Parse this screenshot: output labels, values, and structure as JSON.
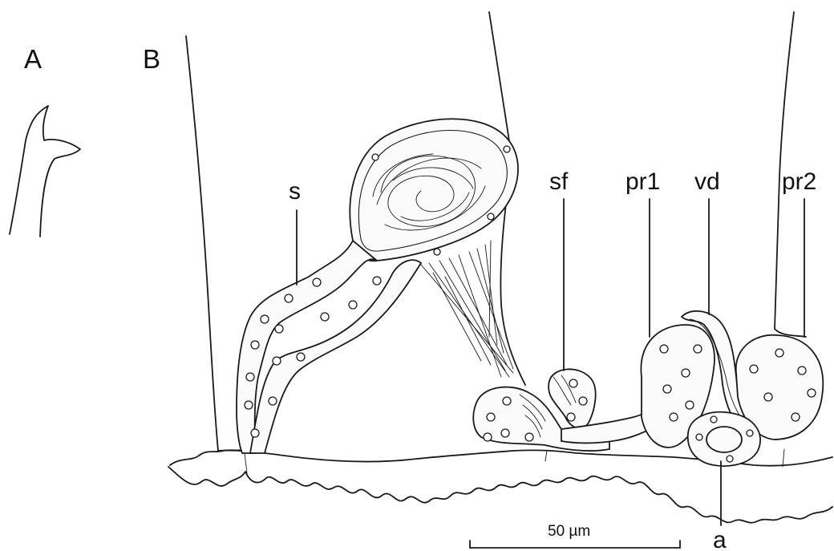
{
  "panels": {
    "a_label": "A",
    "b_label": "B"
  },
  "parts": {
    "s": "s",
    "sf": "sf",
    "pr1": "pr1",
    "vd": "vd",
    "pr2": "pr2",
    "a": "a"
  },
  "scale_bar": {
    "label": "50 µm"
  }
}
